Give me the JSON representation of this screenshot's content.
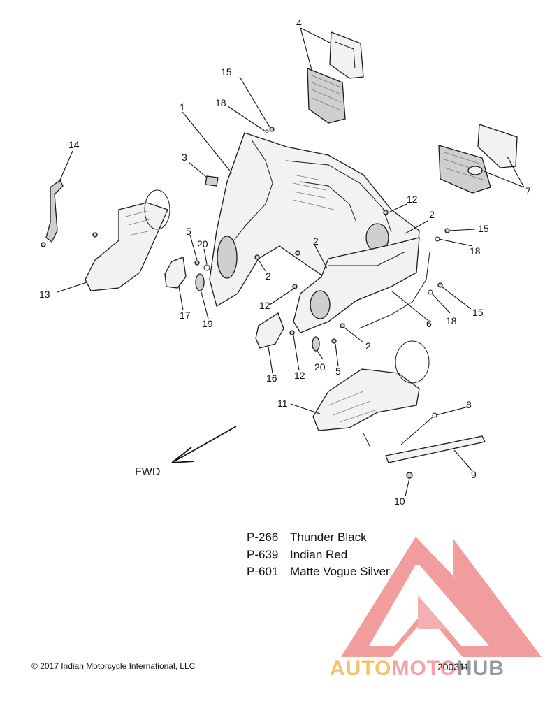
{
  "diagram": {
    "callouts": [
      "1",
      "2",
      "2",
      "2",
      "2",
      "3",
      "4",
      "5",
      "5",
      "6",
      "7",
      "8",
      "9",
      "10",
      "11",
      "12",
      "12",
      "12",
      "13",
      "14",
      "15",
      "15",
      "15",
      "16",
      "17",
      "18",
      "18",
      "18",
      "19",
      "20",
      "20"
    ],
    "forward_label": "FWD",
    "paint_codes": [
      {
        "code": "P-266",
        "name": "Thunder Black"
      },
      {
        "code": "P-639",
        "name": "Indian Red"
      },
      {
        "code": "P-601",
        "name": "Matte Vogue Silver"
      }
    ],
    "copyright": "2017 Indian Motorcycle International, LLC",
    "drawing_number": "200311"
  },
  "watermark": {
    "brand_part1": "AUTO",
    "brand_part2": "MOTO",
    "brand_part3": "HUB",
    "colors": {
      "yellow": "#f5c16b",
      "red": "#f08c8c",
      "gray": "#9a9a9a"
    }
  }
}
